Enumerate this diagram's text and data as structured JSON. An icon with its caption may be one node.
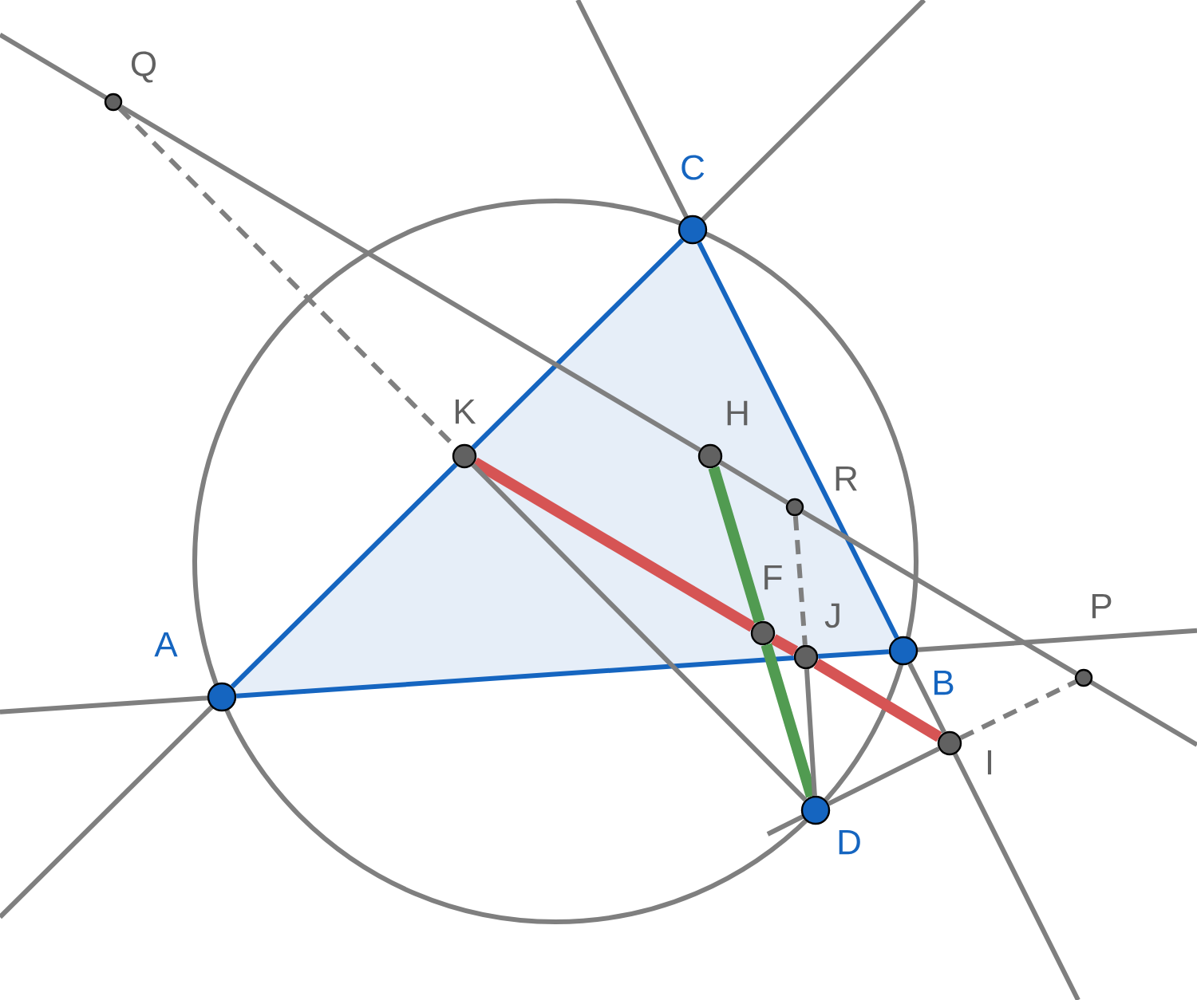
{
  "diagram": {
    "nodes": [
      {
        "text": [
          "Q"
        ]
      },
      {
        "text": [
          "C"
        ]
      },
      {
        "text": [
          "K"
        ]
      },
      {
        "text": [
          "H"
        ]
      },
      {
        "text": [
          "R"
        ]
      },
      {
        "text": [
          "F"
        ]
      },
      {
        "text": [
          "J"
        ]
      },
      {
        "text": [
          "B"
        ]
      },
      {
        "text": [
          "P"
        ]
      },
      {
        "text": [
          "I"
        ]
      },
      {
        "text": [
          "D"
        ]
      },
      {
        "text": [
          "A"
        ]
      }
    ],
    "edges": [
      {
        "from": 11,
        "to": 6,
        "arrow": "none",
        "color": "#1565c0"
      },
      {
        "from": 6,
        "to": 7,
        "arrow": "none",
        "color": "#1565c0"
      },
      {
        "from": 7,
        "to": 1,
        "arrow": "none",
        "color": "#1565c0"
      },
      {
        "from": 1,
        "to": 2,
        "arrow": "none",
        "color": "#1565c0"
      },
      {
        "from": 2,
        "to": 11,
        "arrow": "none",
        "color": "#1565c0"
      },
      {
        "from": 0,
        "to": 2,
        "arrow": "none",
        "style": "dashed"
      },
      {
        "from": 2,
        "to": 5,
        "arrow": "none",
        "style": "thick",
        "color": "#d65454"
      },
      {
        "from": 5,
        "to": 6,
        "arrow": "none",
        "style": "thick",
        "color": "#d65454"
      },
      {
        "from": 6,
        "to": 9,
        "arrow": "none",
        "style": "thick",
        "color": "#d65454"
      },
      {
        "from": 3,
        "to": 5,
        "arrow": "none",
        "style": "thick",
        "color": "#519b51"
      },
      {
        "from": 5,
        "to": 10,
        "arrow": "none",
        "style": "thick",
        "color": "#519b51"
      },
      {
        "from": 2,
        "to": 10,
        "arrow": "none"
      },
      {
        "from": 4,
        "to": 6,
        "arrow": "none",
        "style": "dashed"
      },
      {
        "from": 6,
        "to": 10,
        "arrow": "none"
      },
      {
        "from": 10,
        "to": 9,
        "arrow": "none"
      },
      {
        "from": 9,
        "to": 8,
        "arrow": "none",
        "style": "dashed"
      },
      {
        "from": 0,
        "to": 3,
        "arrow": "none"
      },
      {
        "from": 3,
        "to": 4,
        "arrow": "none"
      },
      {
        "from": 4,
        "to": 8,
        "arrow": "none"
      },
      {
        "from": 7,
        "to": 9,
        "arrow": "none"
      }
    ]
  }
}
